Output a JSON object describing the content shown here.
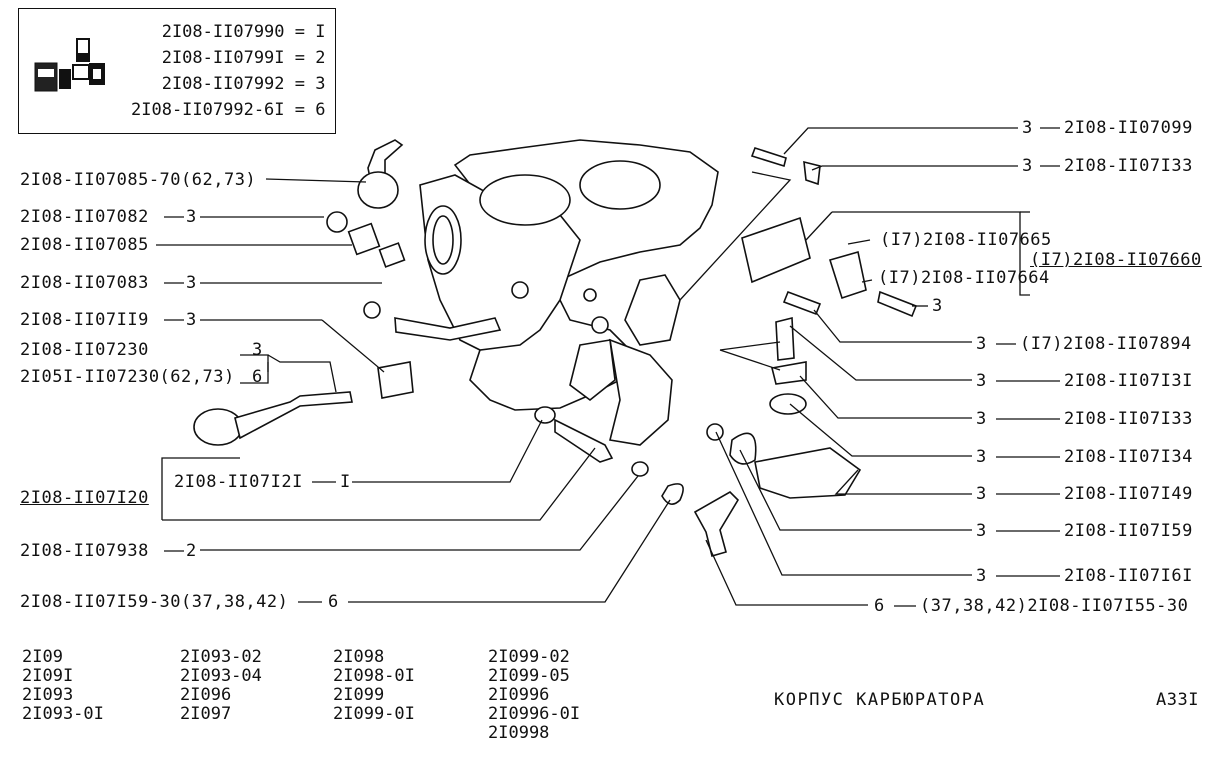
{
  "legend": {
    "lines": [
      "2I08-II07990 = I",
      "2I08-II0799I = 2",
      "2I08-II07992 = 3",
      "2I08-II07992-6I = 6"
    ]
  },
  "left_labels": {
    "l1": "2I08-II07085-70(62,73)",
    "l2": "2I08-II07082",
    "l2q": "3",
    "l3": "2I08-II07085",
    "l4": "2I08-II07083",
    "l4q": "3",
    "l5": "2I08-II07II9",
    "l5q": "3",
    "l6": "2I08-II07230",
    "l6q": "3",
    "l7": "2I05I-II07230(62,73)",
    "l7q": "6",
    "l8": "2I08-II07I20",
    "l9": "2I08-II07I2I",
    "l9q": "I",
    "l10": "2I08-II07938",
    "l10q": "2",
    "l11": "2I08-II07I59-30(37,38,42)",
    "l11q": "6"
  },
  "right_labels": {
    "r1q": "3",
    "r1": "2I08-II07099",
    "r2q": "3",
    "r2": "2I08-II07I33",
    "r3a": "(I7)2I08-II07665",
    "r3b": "(I7)2I08-II07664",
    "r3g": "(I7)2I08-II07660",
    "r3q": "3",
    "r4q": "3",
    "r4": "(I7)2I08-II07894",
    "r5q": "3",
    "r5": "2I08-II07I3I",
    "r6q": "3",
    "r6": "2I08-II07I33",
    "r7q": "3",
    "r7": "2I08-II07I34",
    "r8q": "3",
    "r8": "2I08-II07I49",
    "r9q": "3",
    "r9": "2I08-II07I59",
    "r10q": "3",
    "r10": "2I08-II07I6I",
    "r11q": "6",
    "r11": "(37,38,42)2I08-II07I55-30"
  },
  "footer": {
    "col1": [
      "2I09",
      "2I09I",
      "2I093",
      "2I093-0I"
    ],
    "col2": [
      "2I093-02",
      "2I093-04",
      "2I096",
      "2I097"
    ],
    "col3": [
      "2I098",
      "2I098-0I",
      "2I099",
      "2I099-0I"
    ],
    "col4": [
      "2I099-02",
      "2I099-05",
      "2I0996",
      "2I0996-0I",
      "2I0998"
    ],
    "title": "КОРПУС КАРБЮРАТОРА",
    "page": "A33I"
  }
}
